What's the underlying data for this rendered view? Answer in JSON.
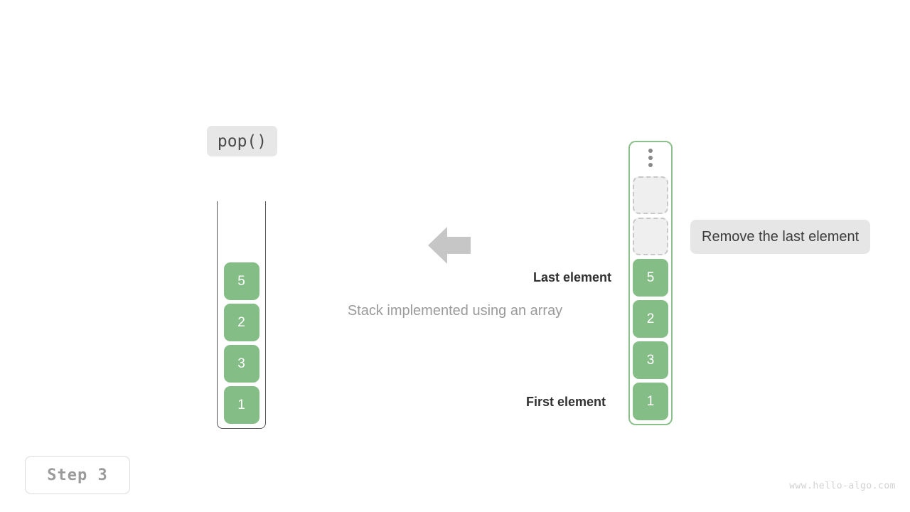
{
  "canvas": {
    "background": "#ffffff",
    "accent_green": "#85bd86",
    "border_green": "#8bbf8b",
    "label_gray": "#9a9a9a",
    "chip_gray": "#e7e7e7"
  },
  "operation": {
    "label": "pop()",
    "name": "pop-operation-chip"
  },
  "stack": {
    "caption": "Stack implemented using an array",
    "items": [
      {
        "value": "5"
      },
      {
        "value": "2"
      },
      {
        "value": "3"
      },
      {
        "value": "1"
      }
    ]
  },
  "array": {
    "ellipsis_icon": "vertical-ellipsis-icon",
    "empty_slots": [
      {
        "value": ""
      },
      {
        "value": ""
      }
    ],
    "items": [
      {
        "value": "5"
      },
      {
        "value": "2"
      },
      {
        "value": "3"
      },
      {
        "value": "1"
      }
    ]
  },
  "annotations": {
    "last_element": "Last element",
    "first_element": "First element",
    "arrow_icon": "arrow-left-icon"
  },
  "tooltip": {
    "text": "Remove the last element"
  },
  "step": {
    "label": "Step 3"
  },
  "watermark": {
    "text": "www.hello-algo.com"
  }
}
